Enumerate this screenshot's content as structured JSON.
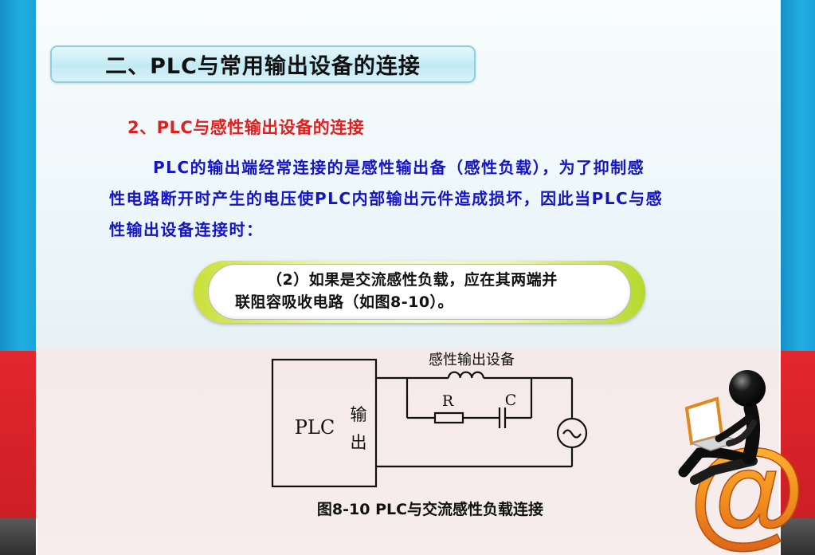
{
  "slide": {
    "title": "二、PLC与常用输出设备的连接",
    "subtitle": "2、PLC与感性输出设备的连接",
    "paragraph_lines": [
      "PLC的输出端经常连接的是感性输出备（感性负载），为了抑制感",
      "性电路断开时产生的电压使PLC内部输出元件造成损坏，因此当PLC与感",
      "性输出设备连接时："
    ],
    "callout_lines": [
      "（2）如果是交流感性负载，应在其两端并",
      "联阻容吸收电路（如图8-10）。"
    ]
  },
  "diagram": {
    "plc_label": "PLC",
    "output_label_1": "输",
    "output_label_2": "出",
    "load_label": "感性输出设备",
    "resistor_label": "R",
    "capacitor_label": "C",
    "caption": "图8-10 PLC与交流感性负载连接"
  },
  "illustration": {
    "at_symbol": "@",
    "icon": "person-with-laptop-on-at-sign"
  },
  "colors": {
    "side_blue": "#1ba3da",
    "side_red": "#d8252b",
    "side_gray": "#3f3f3f",
    "text_blue": "#1414c8",
    "subtitle_red": "#e21f1f",
    "illustration_orange": "#f08a1c"
  }
}
